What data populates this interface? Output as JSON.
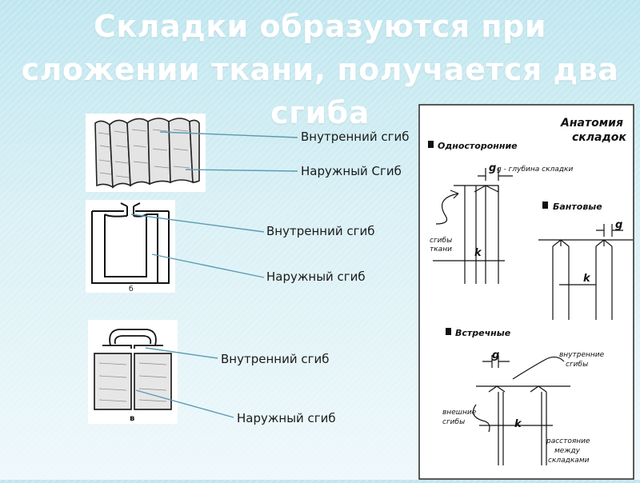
{
  "title": "Складки образуются при сложении ткани, получается два сгиба",
  "fold1": {
    "inner": "Внутренний сгиб",
    "outer": "Наружный Сгиб"
  },
  "fold2": {
    "inner": "Внутренний сгиб",
    "outer": "Наружный сгиб",
    "letter": "б"
  },
  "fold3": {
    "inner": "Внутренний сгиб",
    "outer": "Наружный сгиб",
    "letter": "в"
  },
  "anatomy": {
    "title_line1": "Анатомия",
    "title_line2": "складок",
    "one_sided": "Односторонние",
    "g_depth": "g - глубина складки",
    "bends_fabric_1": "сгибы",
    "bends_fabric_2": "ткани",
    "bow": "Бантовые",
    "counter": "Встречные",
    "inner_bends_1": "внутренние",
    "inner_bends_2": "сгибы",
    "outer_bends_1": "внешние",
    "outer_bends_2": "сгибы",
    "distance_1": "расстояние",
    "distance_2": "между",
    "distance_3": "складками",
    "g": "g",
    "k": "k"
  },
  "colors": {
    "leader": "#5b9bb3",
    "background": "#d4eef4"
  }
}
